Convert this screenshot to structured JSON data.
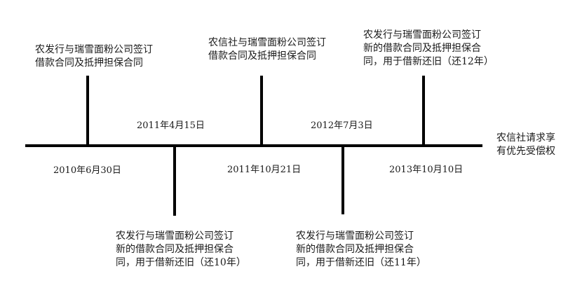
{
  "timeline": {
    "events_above": [
      {
        "lines": [
          "农发行与瑞雪面粉公司签订",
          "借款合同及抵押担保合同"
        ]
      },
      {
        "lines": [
          "农信社与瑞雪面粉公司签订",
          "借款合同及抵押担保合同"
        ]
      },
      {
        "lines": [
          "农发行与瑞雪面粉公司签订",
          "新的借款合同及抵押担保合",
          "同，用于借新还旧（还12年）"
        ]
      }
    ],
    "events_below": [
      {
        "lines": [
          "农发行与瑞雪面粉公司签订",
          "新的借款合同及抵押担保合",
          "同，用于借新还旧（还10年）"
        ]
      },
      {
        "lines": [
          "农发行与瑞雪面粉公司签订",
          "新的借款合同及抵押担保合",
          "同，用于借新还旧（还11年）"
        ]
      }
    ],
    "dates": {
      "d1": "2010年6月30日",
      "d2": "2011年4月15日",
      "d3": "2011年10月21日",
      "d4": "2012年7月3日",
      "d5": "2013年10月10日"
    },
    "end_label": [
      "农信社请求享",
      "有优先受偿权"
    ]
  }
}
